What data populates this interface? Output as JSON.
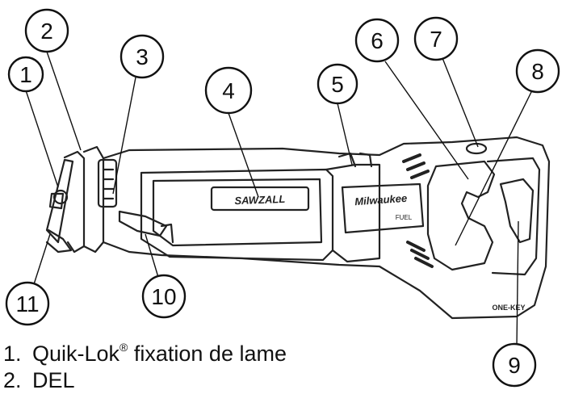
{
  "callouts": [
    "1",
    "2",
    "3",
    "4",
    "5",
    "6",
    "7",
    "8",
    "9",
    "10",
    "11"
  ],
  "body_text": {
    "brand_logo": "SAWZALL",
    "sticker_logo": "Milwaukee",
    "sticker_sub": "FUEL",
    "foot_mark": "ONE-KEY"
  },
  "legend": [
    {
      "num": "1.",
      "text": "Quik-Lok",
      "reg": "®",
      "rest": " fixation de lame"
    },
    {
      "num": "2.",
      "text": "DEL",
      "reg": "",
      "rest": ""
    }
  ]
}
